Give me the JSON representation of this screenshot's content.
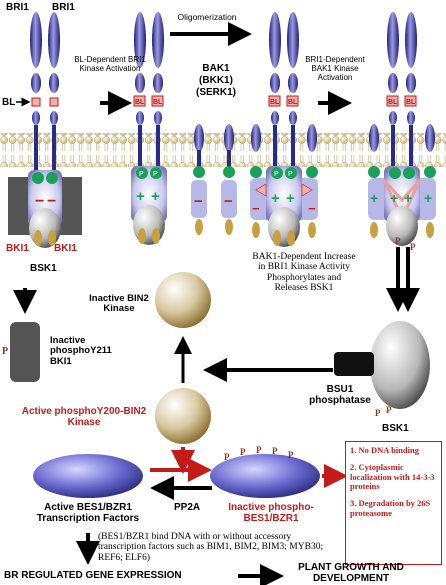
{
  "labels": {
    "bri1_left": "BRI1",
    "bri1_right": "BRI1",
    "bl": "BL",
    "oligomerization": "Oligomerization",
    "bl_dependent": "BL-Dependent BRI1 Kinase Activation",
    "bak1": "BAK1",
    "bkk1": "(BKK1)",
    "serk1": "(SERK1)",
    "bri1_dependent": "BRI1-Dependent BAK1 Kinase Activation",
    "bki1_left": "BKI1",
    "bki1_right": "BKI1",
    "bsk1_top": "BSK1",
    "bak1_dependent": "BAK1-Dependent Increase in BRI1 Kinase Activity Phosphorylates and Releases BSK1",
    "inactive_bin2": "Inactive BIN2 Kinase",
    "inactive_bki1": "Inactive phosphoY211 BKI1",
    "active_bin2": "Active phosphoY200-BIN2 Kinase",
    "bsu1": "BSU1 phosphatase",
    "bsk1_bottom": "BSK1",
    "active_bes1": "Active BES1/BZR1 Transcription Factors",
    "pp2a": "PP2A",
    "inactive_bes1": "Inactive phospho-BES1/BZR1",
    "bes1_bind": "(BES1/BZR1 bind DNA with or without accessory transcription factors such as BIM1, BIM2, BIM3; MYB30; REF6; ELF6)",
    "br_regulated": "BR REGULATED GENE EXPRESSION",
    "plant_growth": "PLANT GROWTH AND DEVELOPMENT",
    "p": "P",
    "minus": "−",
    "plus": "+"
  },
  "outcomes": [
    "1. No DNA binding",
    "2. Cytoplasmic localization with 14-3-3 proteins",
    "3. Degradation by 26S proteasome"
  ],
  "colors": {
    "receptor": "#3a3a9a",
    "membrane_head": "#e8d9a8",
    "green": "#1aa05a",
    "red": "#c41a1a",
    "brown": "#9b6a1a",
    "gray": "#555555"
  }
}
